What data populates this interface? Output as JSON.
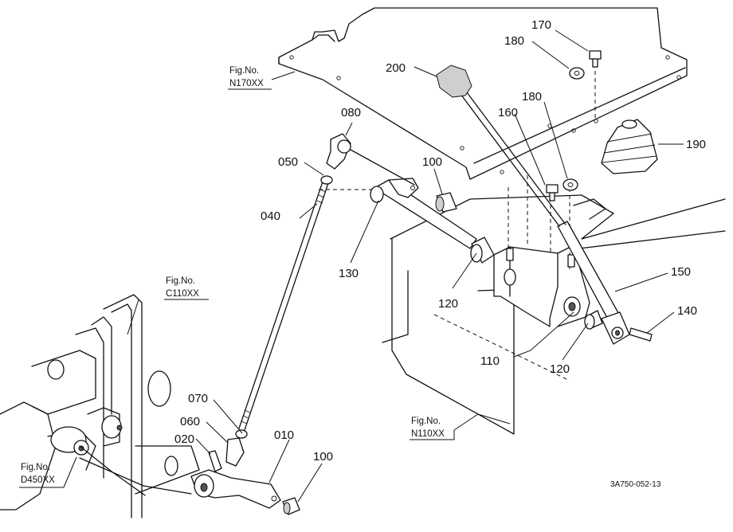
{
  "figure_refs": [
    {
      "line1": "Fig.No.",
      "line2": "N170XX"
    },
    {
      "line1": "Fig.No.",
      "line2": "C110XX"
    },
    {
      "line1": "Fig.No.",
      "line2": "D450XX"
    },
    {
      "line1": "Fig.No.",
      "line2": "N110XX"
    }
  ],
  "part_labels": [
    "170",
    "180",
    "200",
    "180",
    "160",
    "190",
    "080",
    "100",
    "050",
    "040",
    "130",
    "120",
    "150",
    "140",
    "110",
    "120",
    "070",
    "010",
    "060",
    "020",
    "100"
  ],
  "drawing_code": "3A750-052-13"
}
